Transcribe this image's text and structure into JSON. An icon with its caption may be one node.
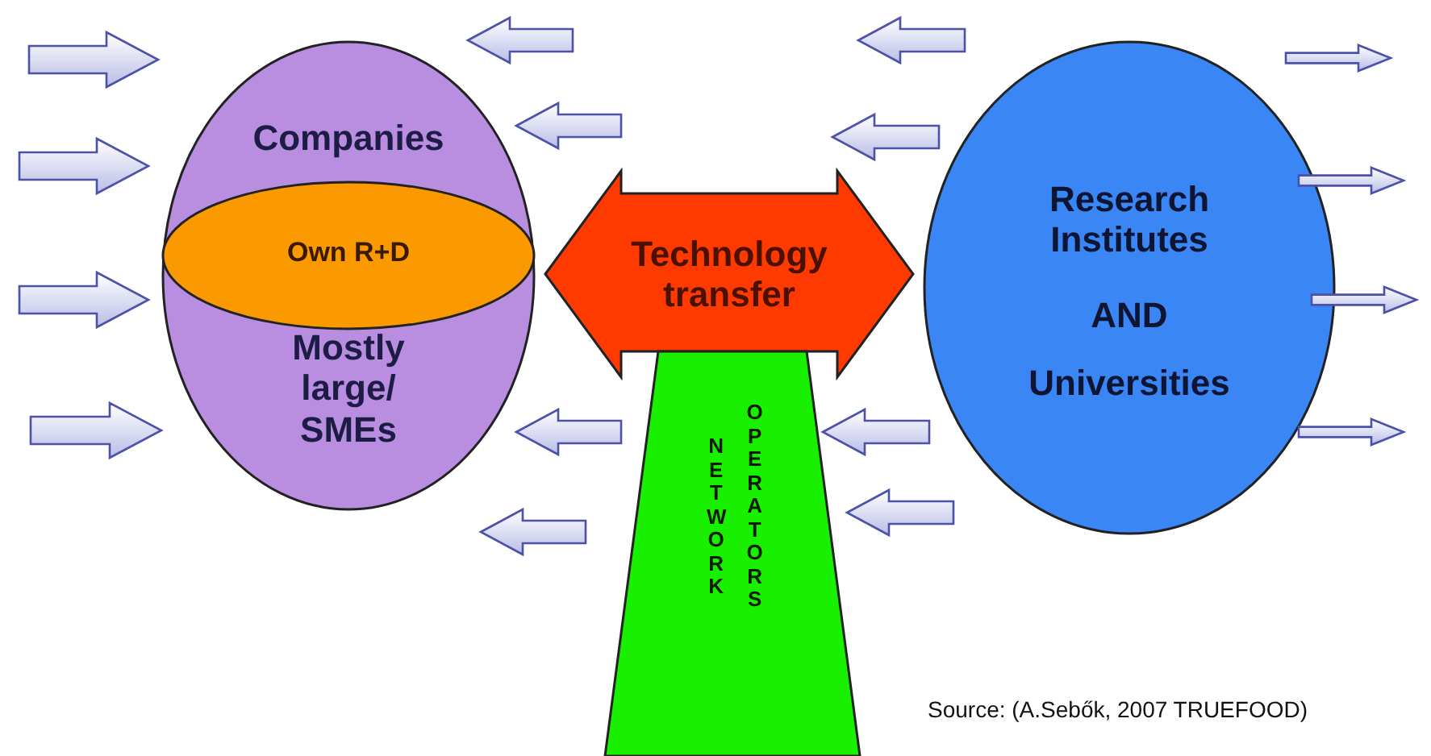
{
  "diagram": {
    "nodes": [
      {
        "text": [
          "Companies",
          "Mostly large/ SMEs"
        ]
      },
      {
        "text": [
          "Own R+D"
        ],
        "in": 0
      },
      {
        "text": [
          "Technology transfer"
        ]
      },
      {
        "text": [
          "Research Institutes",
          "AND",
          "Universities"
        ]
      },
      {
        "text": [
          "NETWORK",
          "OPERATORS"
        ]
      }
    ],
    "edges": [
      {
        "from": 2,
        "to": 0,
        "arrow": "to"
      },
      {
        "from": 4,
        "to": 0,
        "arrow": "to"
      },
      {
        "from": 3,
        "to": 2,
        "arrow": "to"
      },
      {
        "from": 3,
        "to": 4,
        "arrow": "to"
      },
      {
        "from": 3,
        "to": 4,
        "arrow": "to"
      }
    ],
    "labels": [
      "Source: (A.Sebők, 2007 TRUEFOOD)"
    ]
  }
}
